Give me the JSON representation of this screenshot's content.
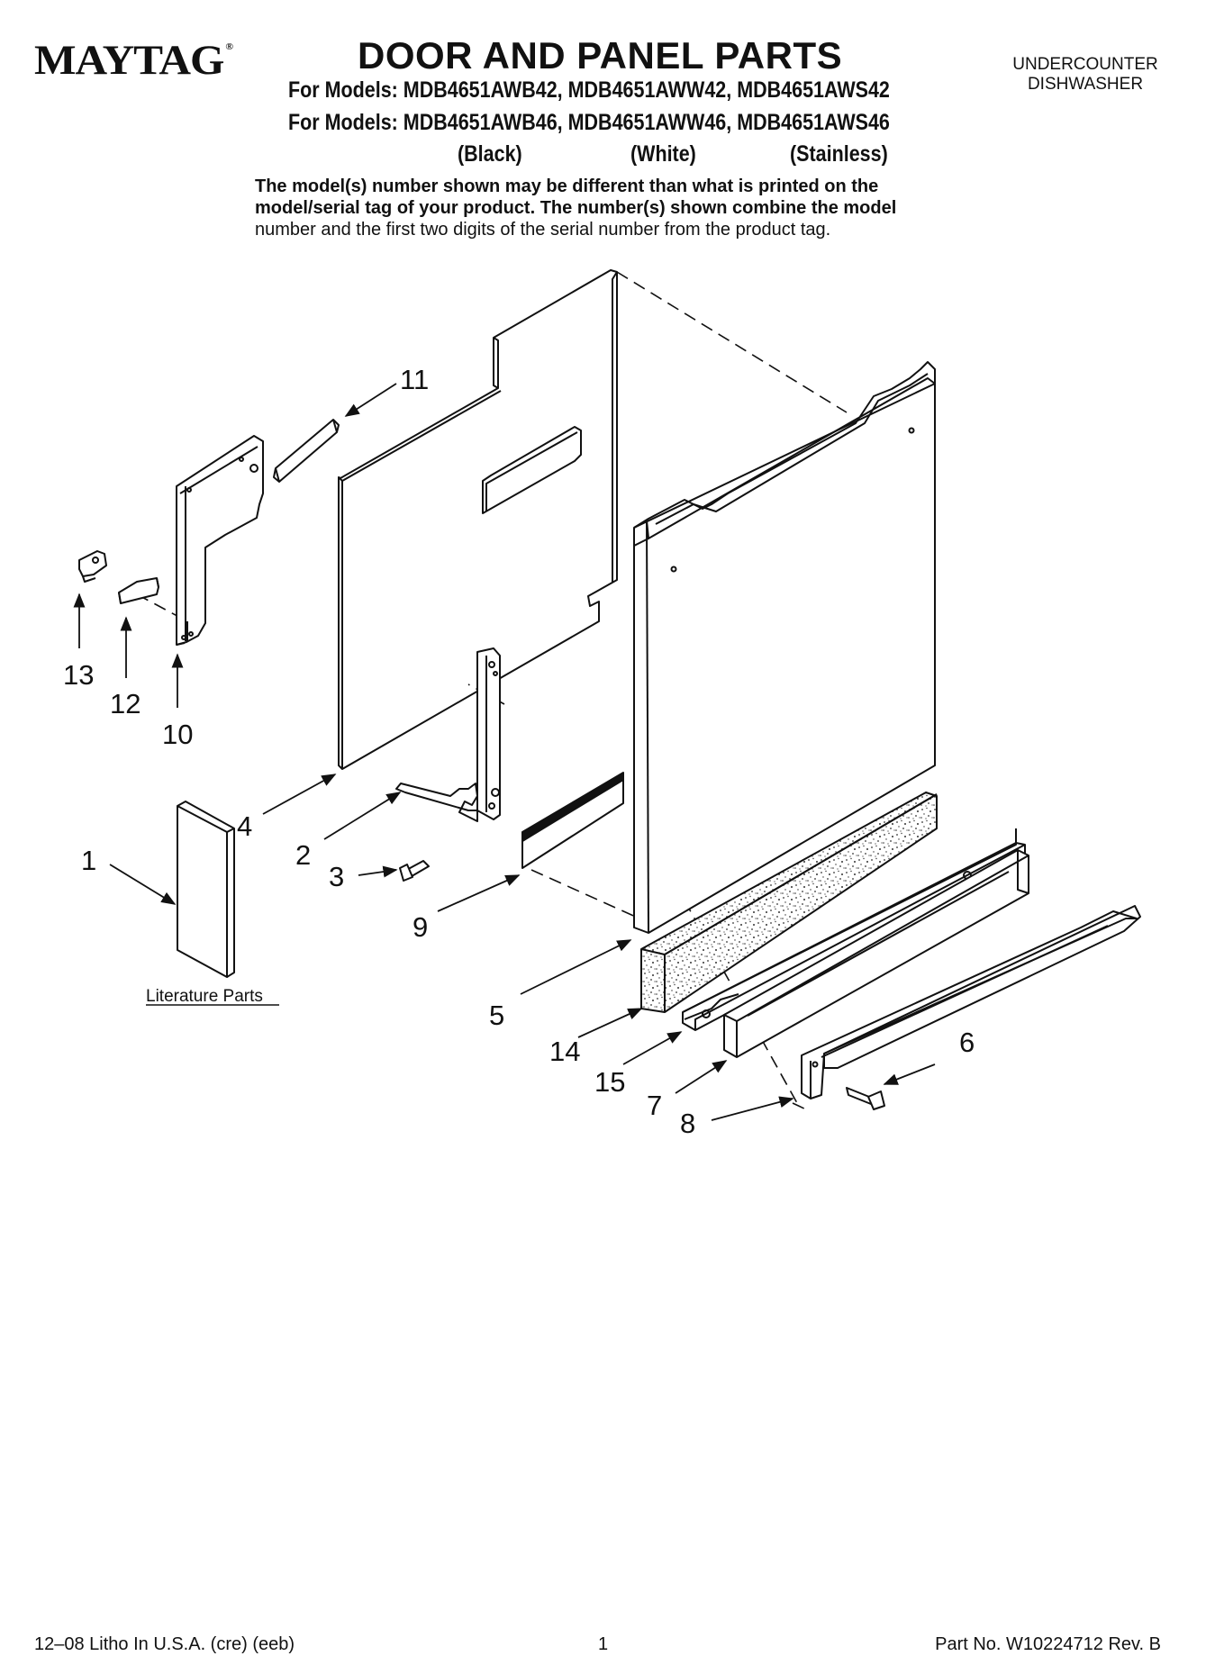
{
  "header": {
    "brand": "MAYTAG",
    "brand_mark": "®",
    "title": "DOOR AND PANEL PARTS",
    "product_line1": "UNDERCOUNTER",
    "product_line2": "DISHWASHER",
    "models_line1": "For Models: MDB4651AWB42, MDB4651AWW42, MDB4651AWS42",
    "models_line2": "For Models: MDB4651AWB46, MDB4651AWW46, MDB4651AWS46",
    "color_black": "(Black)",
    "color_white": "(White)",
    "color_stainless": "(Stainless)",
    "note_line1": "The model(s) number shown may be different than what is printed on the",
    "note_line2": "model/serial tag of your product. The number(s) shown combine the model",
    "note_line3": "number and the first two digits of the serial number from the product tag."
  },
  "diagram": {
    "callouts": {
      "c1": "1",
      "c2": "2",
      "c3": "3",
      "c4": "4",
      "c5": "5",
      "c6": "6",
      "c7": "7",
      "c8": "8",
      "c9": "9",
      "c10": "10",
      "c11": "11",
      "c12": "12",
      "c13": "13",
      "c14": "14",
      "c15": "15"
    },
    "literature_label": "Literature Parts"
  },
  "footer": {
    "left": "12–08 Litho In U.S.A. (cre) (eeb)",
    "page": "1",
    "part_no": "Part No. W10224712 Rev. B"
  }
}
